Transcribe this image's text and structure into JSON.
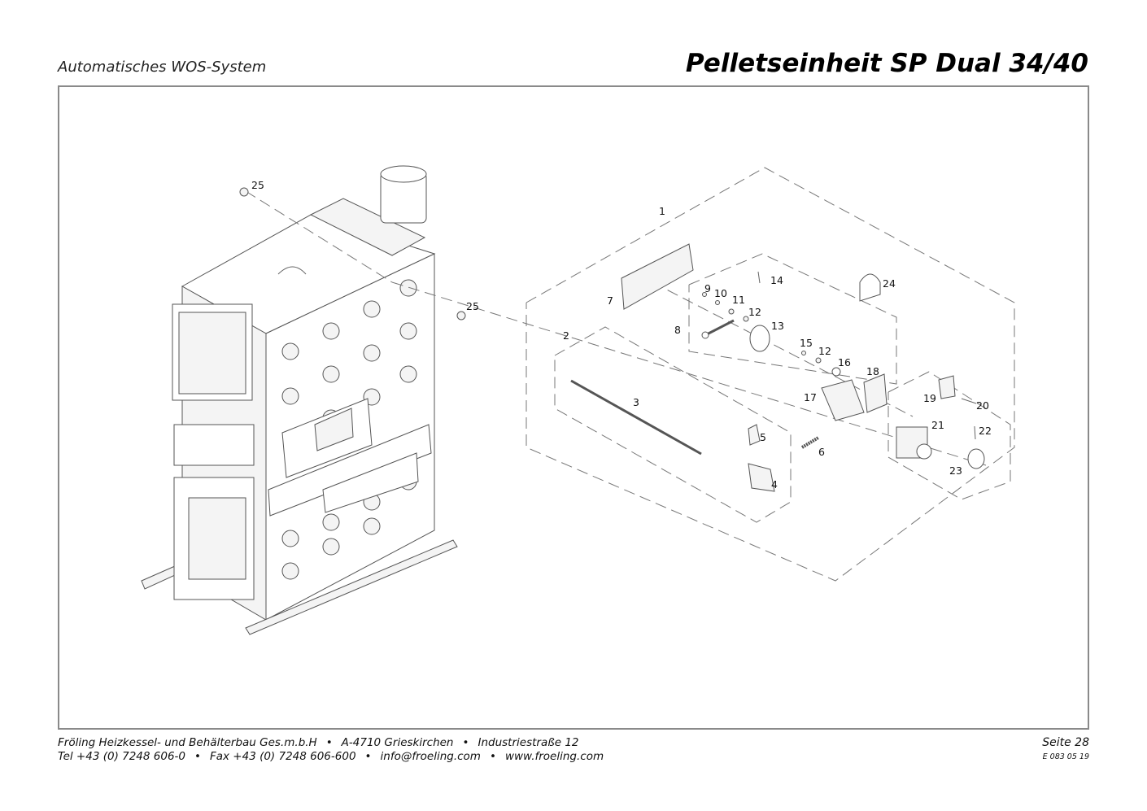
{
  "header": {
    "subtitle": "Automatisches WOS-System",
    "title": "Pelletseinheit SP Dual 34/40"
  },
  "callouts": {
    "c1": "1",
    "c2": "2",
    "c3": "3",
    "c4": "4",
    "c5": "5",
    "c6": "6",
    "c7": "7",
    "c8": "8",
    "c9": "9",
    "c10": "10",
    "c11": "11",
    "c12a": "12",
    "c12b": "12",
    "c13": "13",
    "c14": "14",
    "c15": "15",
    "c16": "16",
    "c17": "17",
    "c18": "18",
    "c19": "19",
    "c20": "20",
    "c21": "21",
    "c22": "22",
    "c23": "23",
    "c24": "24",
    "c25a": "25",
    "c25b": "25"
  },
  "footer": {
    "company": "Fröling Heizkessel- und Behälterbau Ges.m.b.H",
    "city": "A-4710 Grieskirchen",
    "street": "Industriestraße 12",
    "bullet": "•",
    "tel": "Tel +43 (0) 7248 606-0",
    "fax": "Fax +43 (0) 7248 606-600",
    "email": "info@froeling.com",
    "web": "www.froeling.com",
    "page": "Seite 28",
    "code": "E 083 05 19"
  }
}
